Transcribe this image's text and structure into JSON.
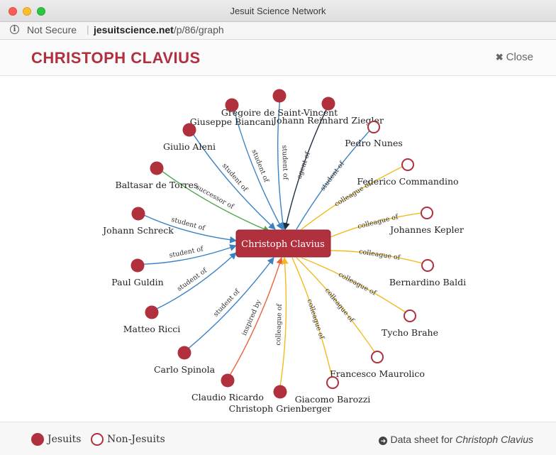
{
  "window": {
    "title": "Jesuit Science Network"
  },
  "address": {
    "security": "Not Secure",
    "domain": "jesuitscience.net",
    "path": "/p/86/graph"
  },
  "header": {
    "title": "CHRISTOPH CLAVIUS",
    "close_label": "Close"
  },
  "graph": {
    "center_label": "Christoph Clavius",
    "colors": {
      "jesuit": "#b0303e",
      "student_of": "#3b82c4",
      "colleague_of": "#f0bb1f",
      "successor_of": "#4aa64a",
      "inspired_by": "#e8623c",
      "agent_of": "#1f2f44"
    },
    "nodes": [
      {
        "name": "Gregoire de Saint-Vincent",
        "type": "jesuit",
        "relation": "student of",
        "edge": "student_of"
      },
      {
        "name": "Giuseppe Biancani",
        "type": "jesuit",
        "relation": "student of",
        "edge": "student_of"
      },
      {
        "name": "Johann Reinhard Ziegler",
        "type": "jesuit",
        "relation": "agent of",
        "edge": "agent_of"
      },
      {
        "name": "Giulio Aleni",
        "type": "jesuit",
        "relation": "student of",
        "edge": "student_of"
      },
      {
        "name": "Baltasar de Torres",
        "type": "jesuit",
        "relation": "successor of",
        "edge": "successor_of"
      },
      {
        "name": "Johann Schreck",
        "type": "jesuit",
        "relation": "student of",
        "edge": "student_of"
      },
      {
        "name": "Paul Guldin",
        "type": "jesuit",
        "relation": "student of",
        "edge": "student_of"
      },
      {
        "name": "Matteo Ricci",
        "type": "jesuit",
        "relation": "student of",
        "edge": "student_of"
      },
      {
        "name": "Carlo Spinola",
        "type": "jesuit",
        "relation": "student of",
        "edge": "student_of"
      },
      {
        "name": "Claudio Ricardo",
        "type": "jesuit",
        "relation": "inspired by",
        "edge": "inspired_by"
      },
      {
        "name": "Christoph Grienberger",
        "type": "jesuit",
        "relation": "colleague of",
        "edge": "colleague_of"
      },
      {
        "name": "Pedro Nunes",
        "type": "non-jesuit",
        "relation": "student of",
        "edge": "student_of"
      },
      {
        "name": "Federico Commandino",
        "type": "non-jesuit",
        "relation": "colleague of",
        "edge": "colleague_of"
      },
      {
        "name": "Johannes Kepler",
        "type": "non-jesuit",
        "relation": "colleague of",
        "edge": "colleague_of"
      },
      {
        "name": "Bernardino Baldi",
        "type": "non-jesuit",
        "relation": "colleague of",
        "edge": "colleague_of"
      },
      {
        "name": "Tycho Brahe",
        "type": "non-jesuit",
        "relation": "colleague of",
        "edge": "colleague_of"
      },
      {
        "name": "Francesco Maurolico",
        "type": "non-jesuit",
        "relation": "colleague of",
        "edge": "colleague_of"
      },
      {
        "name": "Giacomo Barozzi",
        "type": "non-jesuit",
        "relation": "colleague of",
        "edge": "colleague_of"
      }
    ]
  },
  "footer": {
    "legend": {
      "jesuits": "Jesuits",
      "non_jesuits": "Non-Jesuits"
    },
    "datasheet_prefix": "Data sheet for",
    "datasheet_name": "Christoph Clavius"
  }
}
